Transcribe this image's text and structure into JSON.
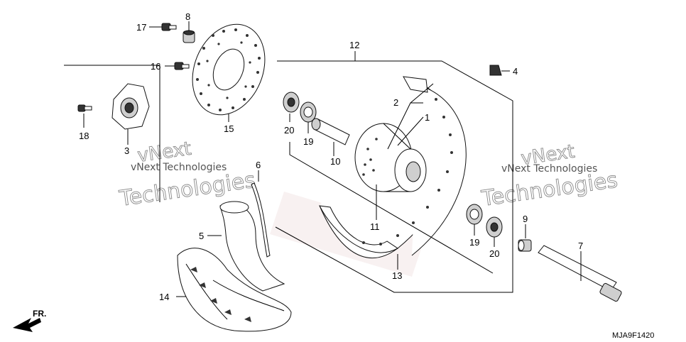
{
  "diagram": {
    "watermark_main": "vNext Technologies",
    "watermark_big": "Technologies",
    "watermark_big_prefix": "vNext",
    "diagram_code": "MJA9F1420",
    "direction_label": "FR."
  },
  "callouts": {
    "c1": "1",
    "c2": "2",
    "c3": "3",
    "c4": "4",
    "c5": "5",
    "c6": "6",
    "c7": "7",
    "c8": "8",
    "c9": "9",
    "c10": "10",
    "c11": "11",
    "c12": "12",
    "c13": "13",
    "c14": "14",
    "c15": "15",
    "c16": "16",
    "c17": "17",
    "c18": "18",
    "c19a": "19",
    "c19b": "19",
    "c20a": "20",
    "c20b": "20"
  }
}
